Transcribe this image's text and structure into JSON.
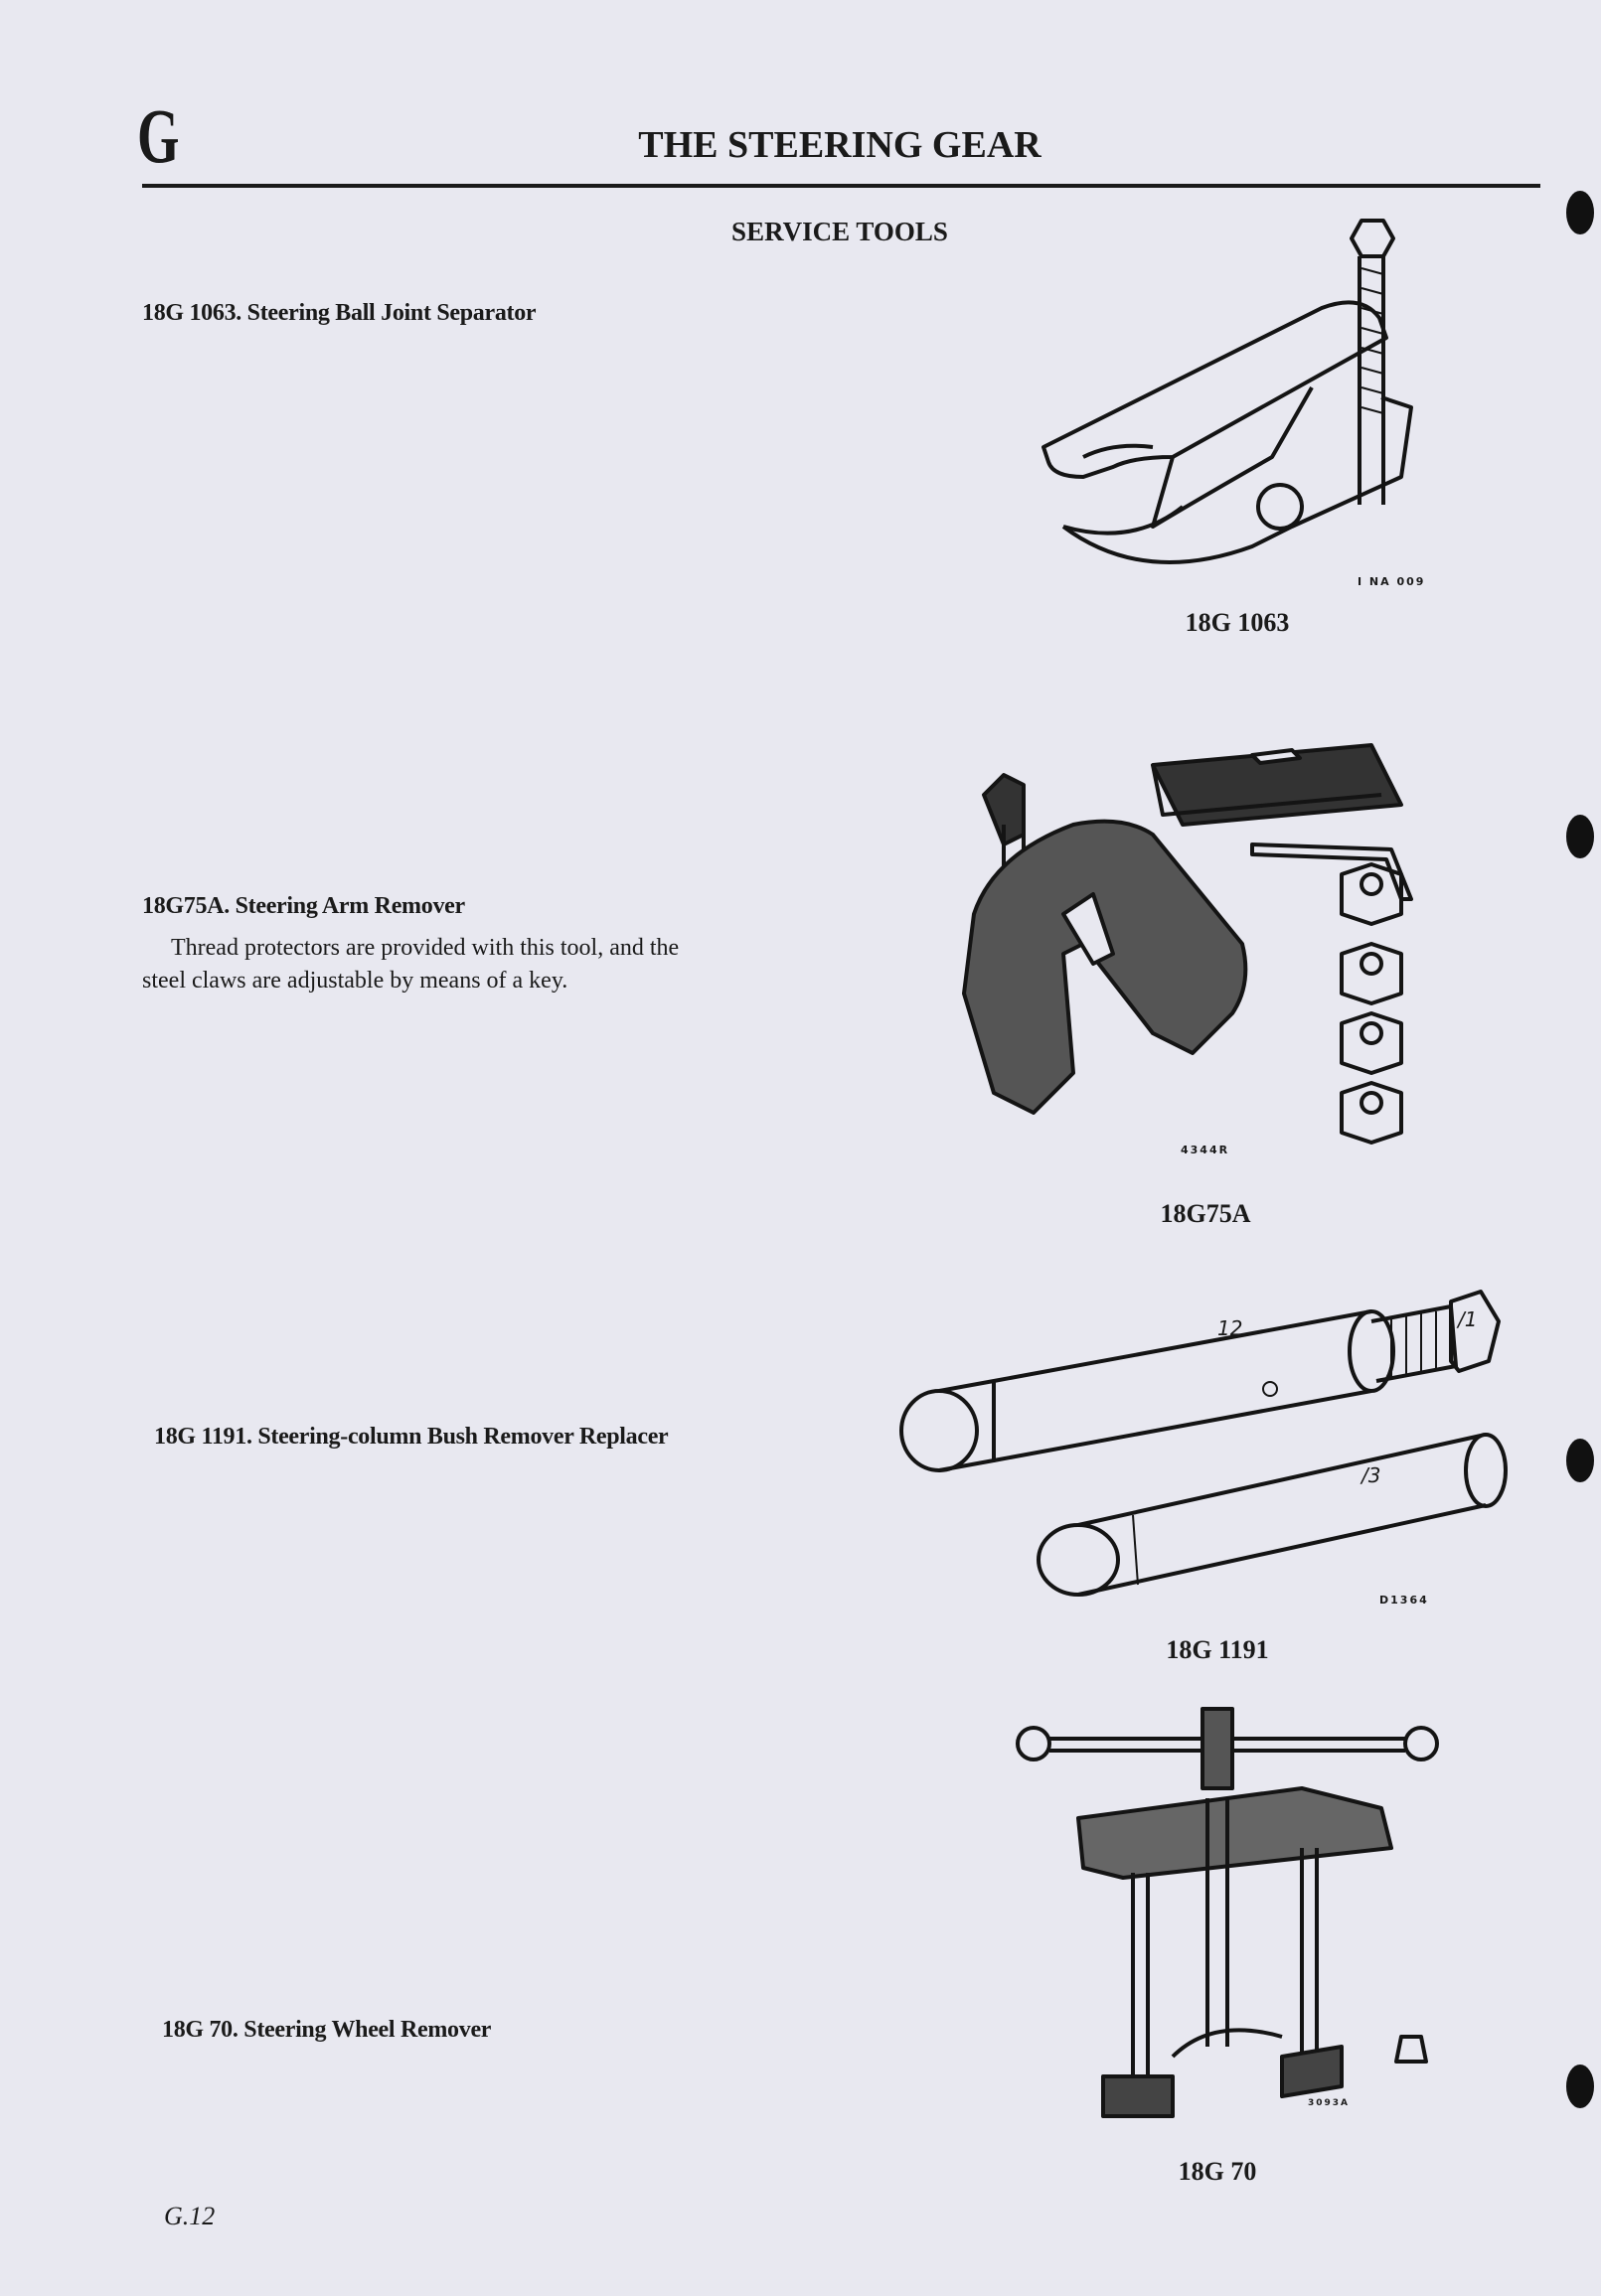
{
  "header": {
    "section_letter": "G",
    "title": "THE STEERING GEAR",
    "subtitle": "SERVICE TOOLS"
  },
  "tools": [
    {
      "heading": "18G 1063. Steering Ball Joint Separator",
      "caption": "18G 1063",
      "figure_ref": "I NA 009"
    },
    {
      "heading": "18G75A. Steering Arm Remover",
      "description": [
        "Thread protectors are provided with this tool, and the",
        "steel claws are adjustable by means of a key."
      ],
      "caption": "18G75A",
      "figure_ref": "4344R"
    },
    {
      "heading": "18G 1191. Steering-column Bush Remover Replacer",
      "caption": "18G 1191",
      "figure_ref": "D1364",
      "part_labels": [
        "12",
        "/1",
        "/3"
      ]
    },
    {
      "heading": "18G 70. Steering Wheel Remover",
      "caption": "18G 70",
      "figure_ref": "3093A"
    }
  ],
  "footer": {
    "page_number": "G.12"
  }
}
